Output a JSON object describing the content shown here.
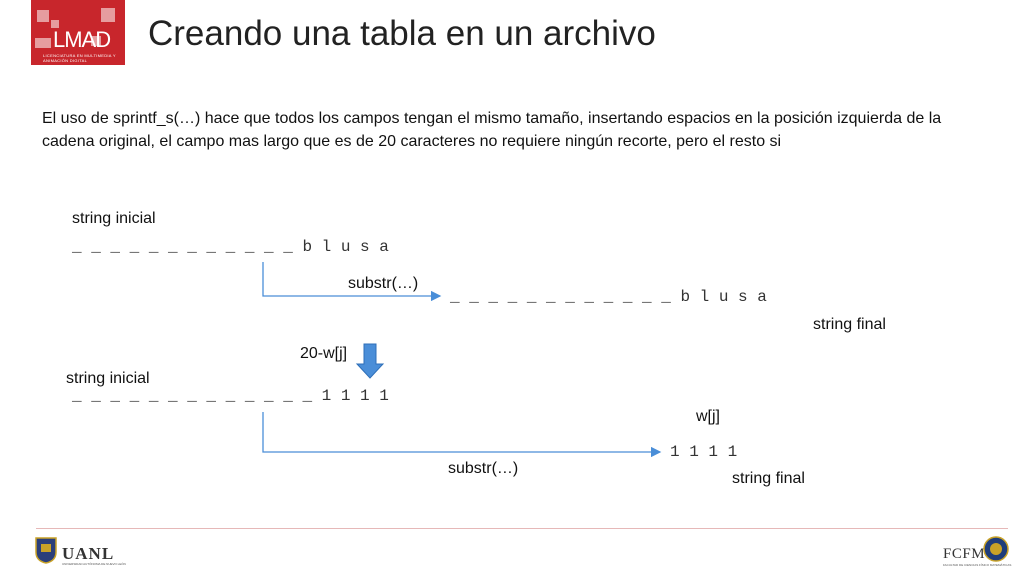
{
  "logo": {
    "brand": "LMAD",
    "tagline": "LICENCIATURA EN MULTIMEDIA Y ANIMACIÓN DIGITAL"
  },
  "title": "Creando una tabla en un archivo",
  "description": "El uso de sprintf_s(…)  hace que todos los campos tengan el mismo tamaño,  insertando espacios en la posición izquierda de la cadena original, el campo mas largo que es de 20 caracteres no requiere ningún recorte, pero el resto si",
  "diagram1": {
    "label_initial": "string inicial",
    "string_initial": "_ _ _ _ _ _ _ _ _ _ _ _ b l u s a",
    "operation": "substr(…)",
    "string_final": "_ _ _ _ _ _ _ _ _ _ _ _ b l u s a",
    "label_final": "string final"
  },
  "diagram2": {
    "offset_label": "20-w[j]",
    "label_initial": "string inicial",
    "string_initial": "_ _ _ _ _ _ _ _ _ _ _ _ _ 1 1 1 1",
    "width_label": "w[j]",
    "string_final": "1 1 1 1",
    "operation": "substr(…)",
    "label_final": "string final"
  },
  "footer": {
    "left_logo": "UANL",
    "left_subtitle": "UNIVERSIDAD AUTÓNOMA DE NUEVO LEÓN",
    "right_logo": "FCFM",
    "right_subtitle": "FACULTAD DE CIENCIAS FÍSICO MATEMÁTICAS"
  },
  "colors": {
    "logo_red": "#c8262c",
    "arrow_blue": "#4a8ed8",
    "footer_line": "#e6b8b8"
  }
}
